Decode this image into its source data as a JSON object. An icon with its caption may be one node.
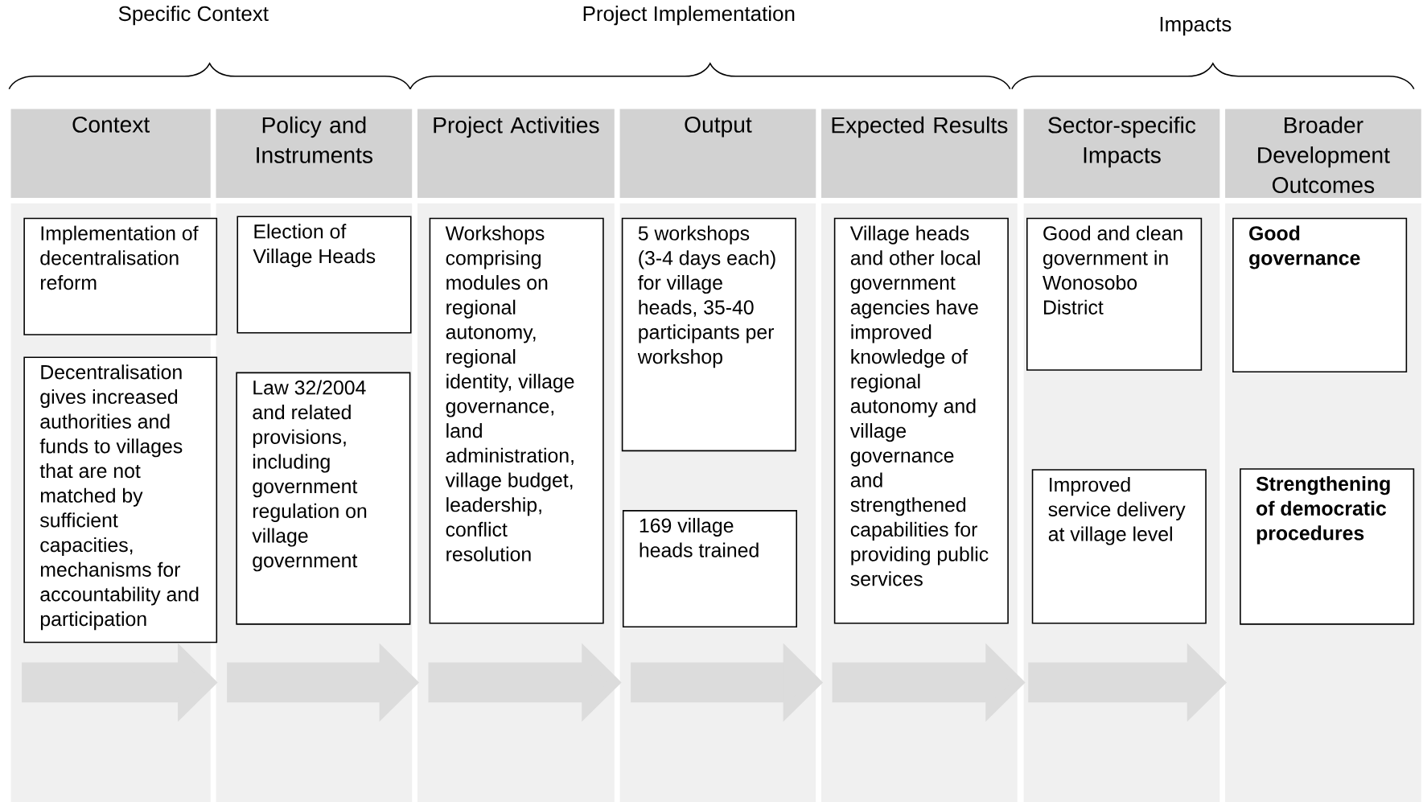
{
  "diagram": {
    "nodes": [
      {
        "text": [
          "Context"
        ]
      },
      {
        "text": [
          "Implementation of decentralisation reform"
        ],
        "in": 0
      },
      {
        "text": [
          "Decentralisation gives increased authorities and funds to villages that are not matched by sufficient capacities, mechanisms for accountability and participation"
        ],
        "in": 0
      },
      {
        "text": [
          "Policy and Instruments"
        ]
      },
      {
        "text": [
          "Election of Village Heads"
        ],
        "in": 3
      },
      {
        "text": [
          "Law 32/2004 and related provisions, including government regulation on village government"
        ],
        "in": 3
      },
      {
        "text": [
          "Project Activities"
        ]
      },
      {
        "text": [
          "Workshops comprising modules on regional autonomy, regional identity, village governance, land administration, village budget, leadership, conflict resolution"
        ],
        "in": 6
      },
      {
        "text": [
          "Output"
        ]
      },
      {
        "text": [
          "5 workshops (3-4 days each) for village heads, 35-40 participants per workshop"
        ],
        "in": 8
      },
      {
        "text": [
          "169 village heads trained"
        ],
        "in": 8
      },
      {
        "text": [
          "Expected Results"
        ]
      },
      {
        "text": [
          "Village heads and other local government agencies have improved knowledge of regional autonomy and village governance and strengthened capabilities for providing public services"
        ],
        "in": 11
      },
      {
        "text": [
          "Sector-specific Impacts"
        ]
      },
      {
        "text": [
          "Good and clean government in Wonosobo District"
        ],
        "in": 13
      },
      {
        "text": [
          "Improved service delivery at village level"
        ],
        "in": 13
      },
      {
        "text": [
          "Broader Development Outcomes"
        ]
      },
      {
        "text": [
          "Good governance"
        ],
        "in": 16
      },
      {
        "text": [
          "Strengthening of democratic procedures"
        ],
        "in": 16
      }
    ],
    "edges": [
      {
        "from": 0,
        "to": 3,
        "arrow": "to"
      },
      {
        "from": 3,
        "to": 6,
        "arrow": "to"
      },
      {
        "from": 6,
        "to": 8,
        "arrow": "to"
      },
      {
        "from": 8,
        "to": 11,
        "arrow": "to"
      },
      {
        "from": 11,
        "to": 13,
        "arrow": "to"
      },
      {
        "from": 13,
        "to": 16,
        "arrow": "to"
      }
    ],
    "labels": [
      "Specific Context",
      "Project Implementation",
      "Impacts"
    ]
  }
}
